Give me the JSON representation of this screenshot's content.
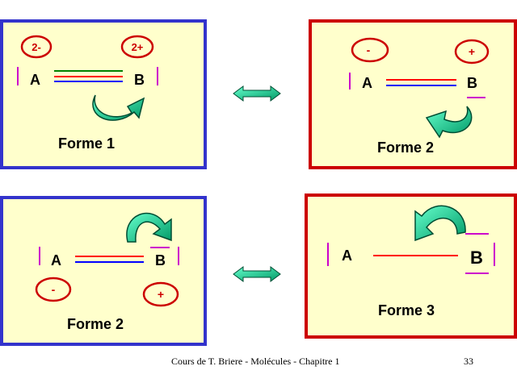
{
  "panels": {
    "p1": {
      "atom_a": "A",
      "atom_b": "B",
      "charge_left": "2-",
      "charge_right": "2+",
      "caption": "Forme 1"
    },
    "p2": {
      "atom_a": "A",
      "atom_b": "B",
      "charge_left": "-",
      "charge_right": "+",
      "caption": "Forme 2"
    },
    "p3": {
      "atom_a": "A",
      "atom_b": "B",
      "charge_left": "-",
      "charge_right": "+",
      "caption": "Forme 2"
    },
    "p4": {
      "atom_a": "A",
      "atom_b": "B",
      "caption": "Forme 3"
    }
  },
  "colors": {
    "blue_border": "#3333cc",
    "red_border": "#cc0000",
    "panel_bg": "#ffffcc",
    "charge_red": "#cc0000",
    "bond_green": "#008000",
    "bond_red": "#ff0000",
    "bond_blue": "#0000ff",
    "lone_pair": "#cc00cc",
    "arrow_teal": "#00cc99"
  },
  "footer": {
    "text": "Cours de T. Briere - Molécules - Chapitre 1",
    "page": "33"
  }
}
